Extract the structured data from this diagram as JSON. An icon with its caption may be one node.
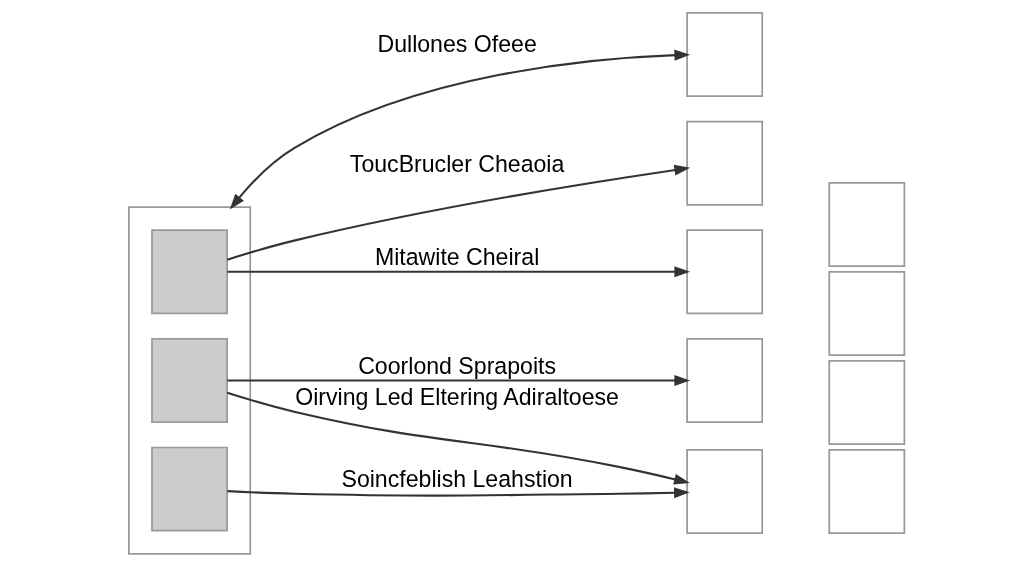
{
  "diagram": {
    "nodes": [
      {
        "text": [],
        "shape": "box"
      },
      {
        "text": [],
        "shape": "box",
        "in": 0
      },
      {
        "text": [],
        "shape": "box",
        "in": 0
      },
      {
        "text": [],
        "shape": "box",
        "in": 0
      },
      {
        "text": [],
        "shape": "box"
      },
      {
        "text": [],
        "shape": "box"
      },
      {
        "text": [],
        "shape": "box"
      },
      {
        "text": [],
        "shape": "box"
      },
      {
        "text": [],
        "shape": "box"
      },
      {
        "text": [],
        "shape": "box"
      },
      {
        "text": [],
        "shape": "box"
      },
      {
        "text": [],
        "shape": "box"
      },
      {
        "text": [],
        "shape": "box"
      }
    ],
    "edges": [
      {
        "from": 0,
        "to": 4,
        "arrow": "both",
        "label": "Dullones Ofeee"
      },
      {
        "from": 1,
        "to": 5,
        "arrow": "to",
        "label": "ToucBrucler Cheaoia"
      },
      {
        "from": 1,
        "to": 7,
        "arrow": "to",
        "label": "Mitawite Cheiral"
      },
      {
        "from": 2,
        "to": 8,
        "arrow": "to",
        "label": "Coorlond Sprapoits"
      },
      {
        "from": 2,
        "to": 10,
        "arrow": "to",
        "label": "Oirving Led Eltering Adiraltoese"
      },
      {
        "from": 3,
        "to": 10,
        "arrow": "to",
        "label": "Soincfeblish Leahstion"
      }
    ]
  }
}
